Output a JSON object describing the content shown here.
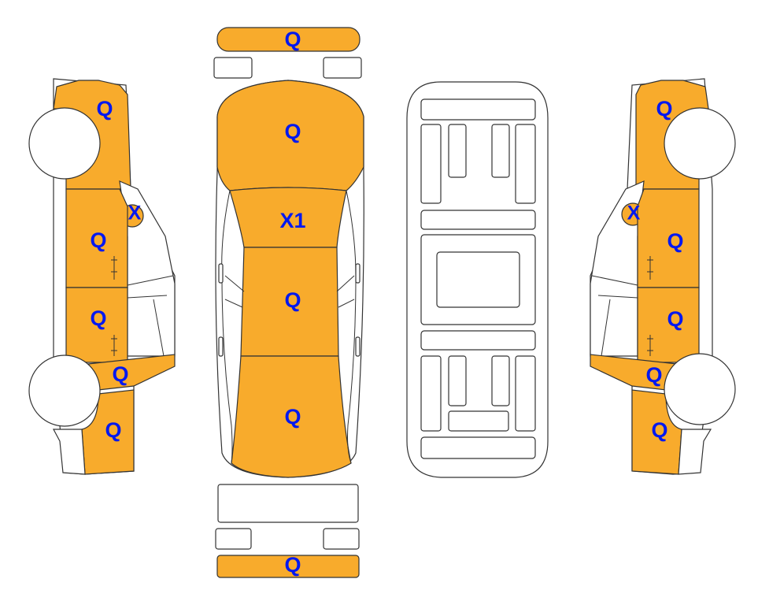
{
  "colors": {
    "painted": "#f8ab2c",
    "label": "#0018f0",
    "outline": "#333333",
    "unpainted": "#ffffff"
  },
  "views": {
    "left_side": {
      "front_fender": "Q",
      "front_window": "X",
      "front_door": "Q",
      "rear_door": "Q",
      "rocker": "Q",
      "rear_quarter": "Q"
    },
    "top": {
      "front_bumper": "Q",
      "hood": "Q",
      "windshield": "X1",
      "roof": "Q",
      "trunk": "Q",
      "rear_bumper": "Q"
    },
    "right_side": {
      "front_fender": "Q",
      "front_window": "X",
      "front_door": "Q",
      "rear_door": "Q",
      "rocker": "Q",
      "rear_quarter": "Q"
    }
  }
}
